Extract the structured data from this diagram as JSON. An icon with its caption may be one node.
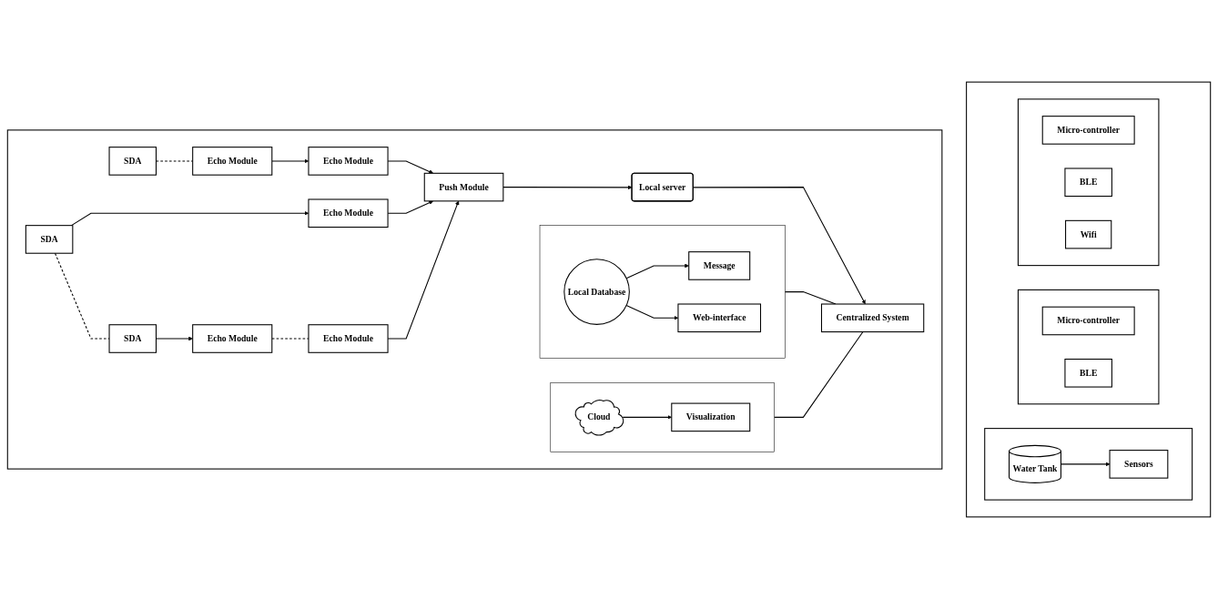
{
  "diagram": {
    "nodes": [
      {
        "text": [],
        "shape": "box"
      },
      {
        "text": [],
        "shape": "box",
        "in": 0
      },
      {
        "text": [
          "Water Tank"
        ],
        "in": 1
      },
      {
        "text": [
          "Sensors"
        ],
        "in": 1
      },
      {
        "text": [],
        "shape": "box",
        "in": 0
      },
      {
        "text": [
          "Micro-controller"
        ],
        "in": 4
      },
      {
        "text": [
          "BLE"
        ],
        "in": 4
      },
      {
        "text": [],
        "shape": "box",
        "in": 0
      },
      {
        "text": [
          "Micro-controller"
        ],
        "in": 7
      },
      {
        "text": [
          "BLE"
        ],
        "in": 7
      },
      {
        "text": [
          "Wifi"
        ],
        "in": 7
      },
      {
        "text": [],
        "shape": "box"
      },
      {
        "text": [],
        "shape": "box",
        "in": 11
      },
      {
        "text": [
          "Local Database"
        ],
        "in": 12
      },
      {
        "text": [
          "Message"
        ],
        "in": 12
      },
      {
        "text": [
          "Web-interface"
        ],
        "in": 12
      },
      {
        "text": [],
        "shape": "box",
        "in": 11
      },
      {
        "text": [
          "Cloud"
        ],
        "in": 16
      },
      {
        "text": [
          "Visualization"
        ],
        "in": 16
      },
      {
        "text": [
          "Centralized System"
        ],
        "in": 11
      },
      {
        "text": [
          "Local server"
        ],
        "in": 11
      },
      {
        "text": [
          "Echo Module"
        ],
        "in": 11
      },
      {
        "text": [
          "Echo Module"
        ],
        "in": 11
      },
      {
        "text": [
          "SDA"
        ],
        "in": 11
      },
      {
        "text": [
          "Push Module"
        ],
        "in": 11
      },
      {
        "text": [
          "Echo Module"
        ],
        "in": 11
      },
      {
        "text": [
          "SDA"
        ],
        "in": 11
      },
      {
        "text": [
          "Echo Module"
        ],
        "in": 11
      },
      {
        "text": [
          "Echo Module"
        ],
        "in": 11
      },
      {
        "text": [
          "SDA"
        ],
        "in": 11
      }
    ],
    "edges": [
      {
        "from": 2,
        "to": 3,
        "arrow": "to"
      },
      {
        "from": 13,
        "to": 14,
        "arrow": "to"
      },
      {
        "from": 13,
        "to": 15,
        "arrow": "to"
      },
      {
        "from": 17,
        "to": 18,
        "arrow": "to"
      },
      {
        "from": 12,
        "to": 19,
        "arrow": "none"
      },
      {
        "from": 16,
        "to": 19,
        "arrow": "none"
      },
      {
        "from": 20,
        "to": 19,
        "arrow": "to"
      },
      {
        "from": 24,
        "to": 20,
        "arrow": "to"
      },
      {
        "from": 22,
        "to": 21,
        "arrow": "to"
      },
      {
        "from": 23,
        "to": 22,
        "arrow": "none",
        "style": "dashed"
      },
      {
        "from": 21,
        "to": 24,
        "arrow": "to"
      },
      {
        "from": 25,
        "to": 24,
        "arrow": "to"
      },
      {
        "from": 26,
        "to": 25,
        "arrow": "to"
      },
      {
        "from": 27,
        "to": 24,
        "arrow": "to"
      },
      {
        "from": 28,
        "to": 27,
        "arrow": "none",
        "style": "dashed"
      },
      {
        "from": 26,
        "to": 29,
        "arrow": "none",
        "style": "dashed"
      },
      {
        "from": 29,
        "to": 28,
        "arrow": "to"
      }
    ]
  }
}
